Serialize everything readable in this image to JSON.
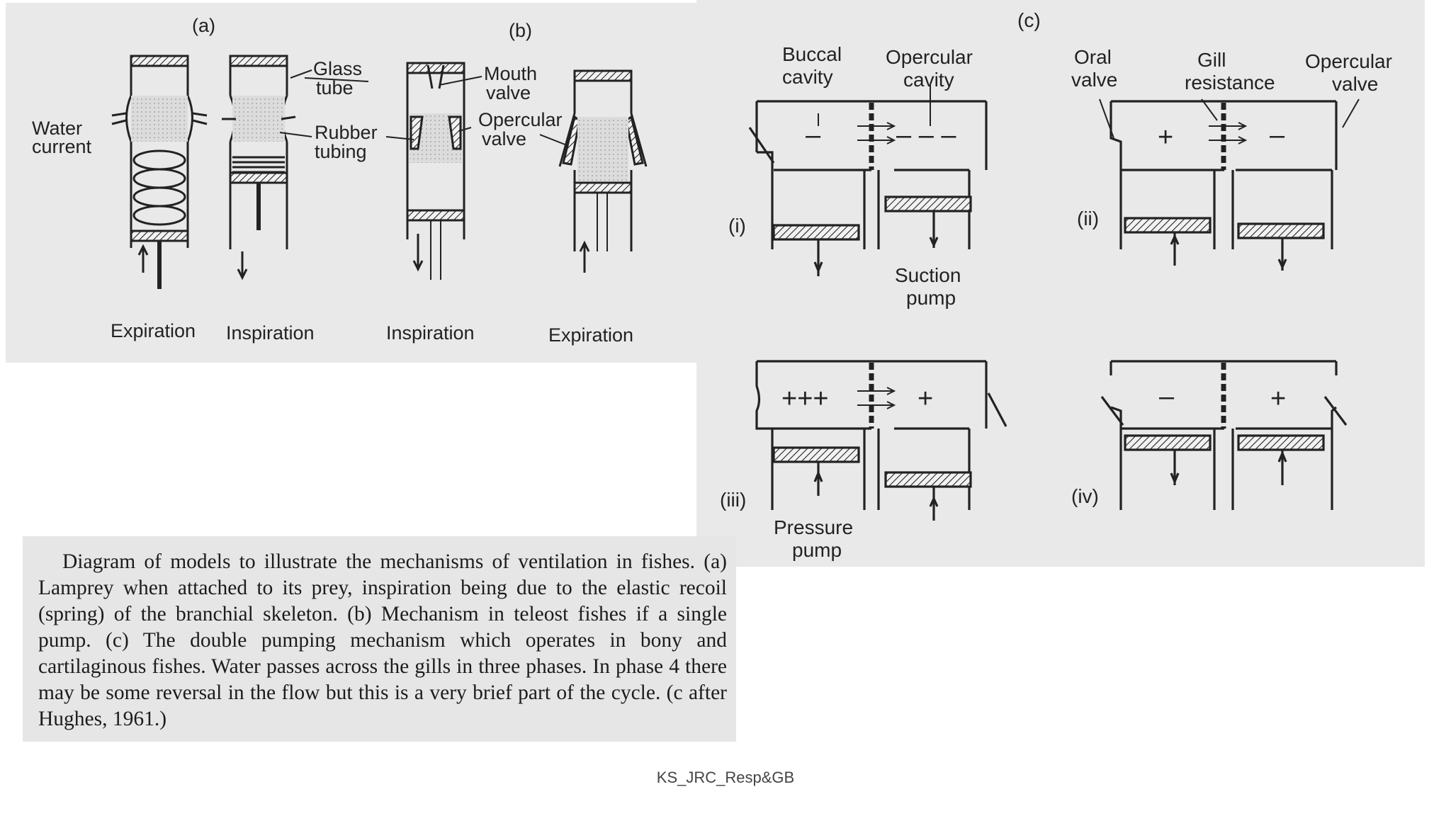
{
  "panel_ab": {
    "label_a": "(a)",
    "label_b": "(b)",
    "water_current": [
      "Water",
      "current"
    ],
    "glass_tube": [
      "Glass",
      "tube"
    ],
    "rubber_tubing": [
      "Rubber",
      "tubing"
    ],
    "mouth_valve": [
      "Mouth",
      "valve"
    ],
    "opercular_valve": [
      "Opercular",
      "valve"
    ],
    "phases": [
      "Expiration",
      "Inspiration",
      "Inspiration",
      "Expiration"
    ]
  },
  "panel_c": {
    "label": "(c)",
    "buccal_cavity": [
      "Buccal",
      "cavity"
    ],
    "opercular_cavity": [
      "Opercular",
      "cavity"
    ],
    "oral_valve": [
      "Oral",
      "valve"
    ],
    "gill_resistance": [
      "Gill",
      "resistance"
    ],
    "opercular_valve": [
      "Opercular",
      "valve"
    ],
    "stage_labels": [
      "(i)",
      "(ii)",
      "(iii)",
      "(iv)"
    ],
    "suction_pump": [
      "Suction",
      "pump"
    ],
    "pressure_pump": [
      "Pressure",
      "pump"
    ],
    "signs": {
      "i_left": "–",
      "i_right": "– – –",
      "ii_left": "+",
      "ii_right": "–",
      "iii_left": "+++",
      "iii_right": "+",
      "iv_left": "–",
      "iv_right": "+"
    }
  },
  "caption": "Diagram of models to illustrate the mechanisms of ventilation in fishes. (a) Lamprey when attached to its prey, inspiration being due to the elastic recoil (spring) of the branchial skeleton. (b) Mechanism in teleost fishes if a single pump. (c) The double pumping mechanism which operates in bony and cartilaginous fishes. Water passes across the gills in three phases. In phase 4 there may be some reversal in the flow but this is a very brief part of the cycle. (c after Hughes, 1961.)",
  "footer": "KS_JRC_Resp&GB"
}
